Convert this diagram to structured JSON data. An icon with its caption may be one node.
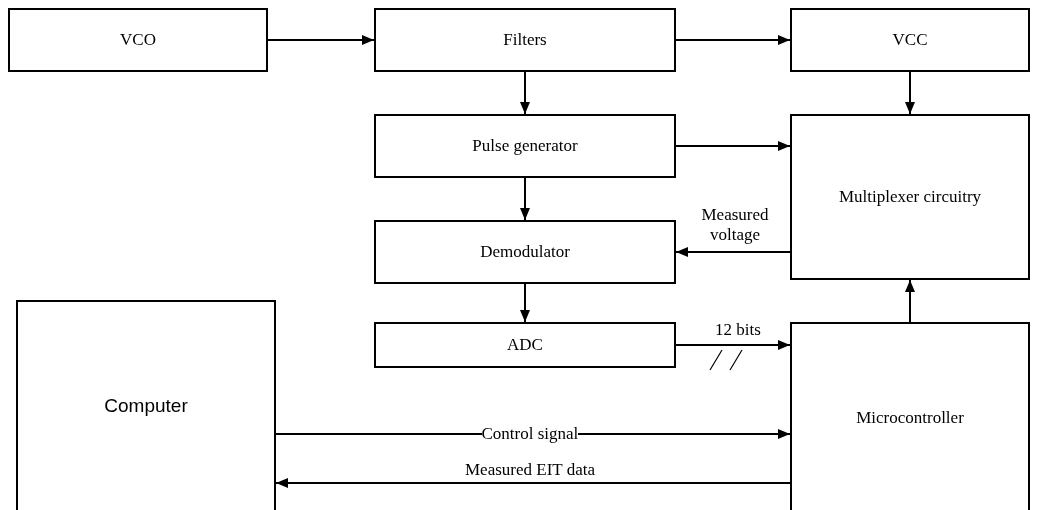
{
  "diagram": {
    "nodes": [
      {
        "text": [
          "VCO"
        ]
      },
      {
        "text": [
          "Filters"
        ]
      },
      {
        "text": [
          "VCC"
        ]
      },
      {
        "text": [
          "Pulse generator"
        ]
      },
      {
        "text": [
          "Multiplexer circuitry"
        ]
      },
      {
        "text": [
          "Demodulator"
        ]
      },
      {
        "text": [
          "ADC"
        ]
      },
      {
        "text": [
          "Computer"
        ]
      },
      {
        "text": [
          "Microcontroller"
        ]
      }
    ],
    "edges": [
      {
        "from": 0,
        "to": 1,
        "arrow": "to"
      },
      {
        "from": 1,
        "to": 2,
        "arrow": "to"
      },
      {
        "from": 1,
        "to": 3,
        "arrow": "to"
      },
      {
        "from": 2,
        "to": 4,
        "arrow": "to"
      },
      {
        "from": 3,
        "to": 4,
        "arrow": "to"
      },
      {
        "from": 3,
        "to": 5,
        "arrow": "to"
      },
      {
        "from": 4,
        "to": 5,
        "arrow": "to",
        "label": "Measured voltage"
      },
      {
        "from": 5,
        "to": 6,
        "arrow": "to"
      },
      {
        "from": 8,
        "to": 4,
        "arrow": "to"
      },
      {
        "from": 6,
        "to": 8,
        "arrow": "to",
        "label": "12 bits"
      },
      {
        "from": 7,
        "to": 8,
        "arrow": "to",
        "label": "Control signal"
      },
      {
        "from": 8,
        "to": 7,
        "arrow": "to",
        "label": "Measured EIT data"
      }
    ]
  }
}
